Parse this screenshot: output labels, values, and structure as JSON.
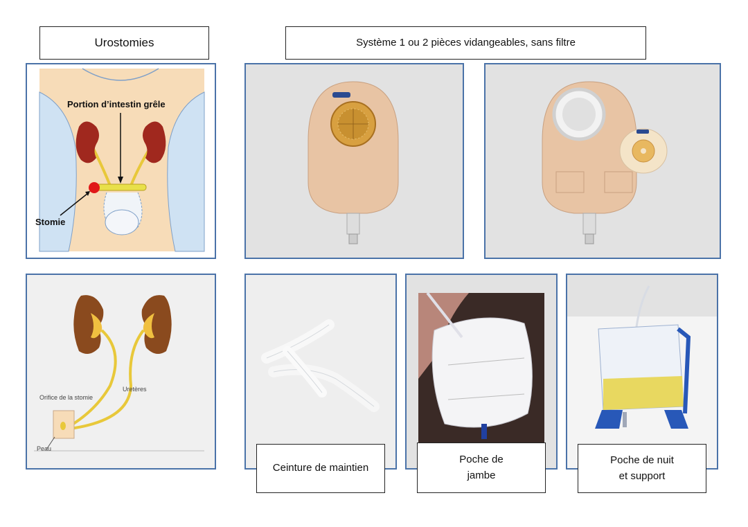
{
  "headers": {
    "urostomies": "Urostomies",
    "systeme": "Système 1 ou 2 pièces vidangeables, sans filtre"
  },
  "diagram1": {
    "portion_label": "Portion d’intestin grêle",
    "stomie_label": "Stomie"
  },
  "diagram2": {
    "ureteres_label": "Uretères",
    "orifice_label": "Orifice de la stomie",
    "peau_label": "Peau"
  },
  "captions": {
    "ceinture": "Ceinture de maintien",
    "poche_jambe": "Poche de\njambe",
    "poche_nuit": "Poche de nuit\net support"
  },
  "colors": {
    "panel_border": "#4a72a8",
    "kidney": "#a0281e",
    "stoma": "#e01818",
    "ureter": "#e8c83a",
    "pouch": "#e8c4a4"
  }
}
